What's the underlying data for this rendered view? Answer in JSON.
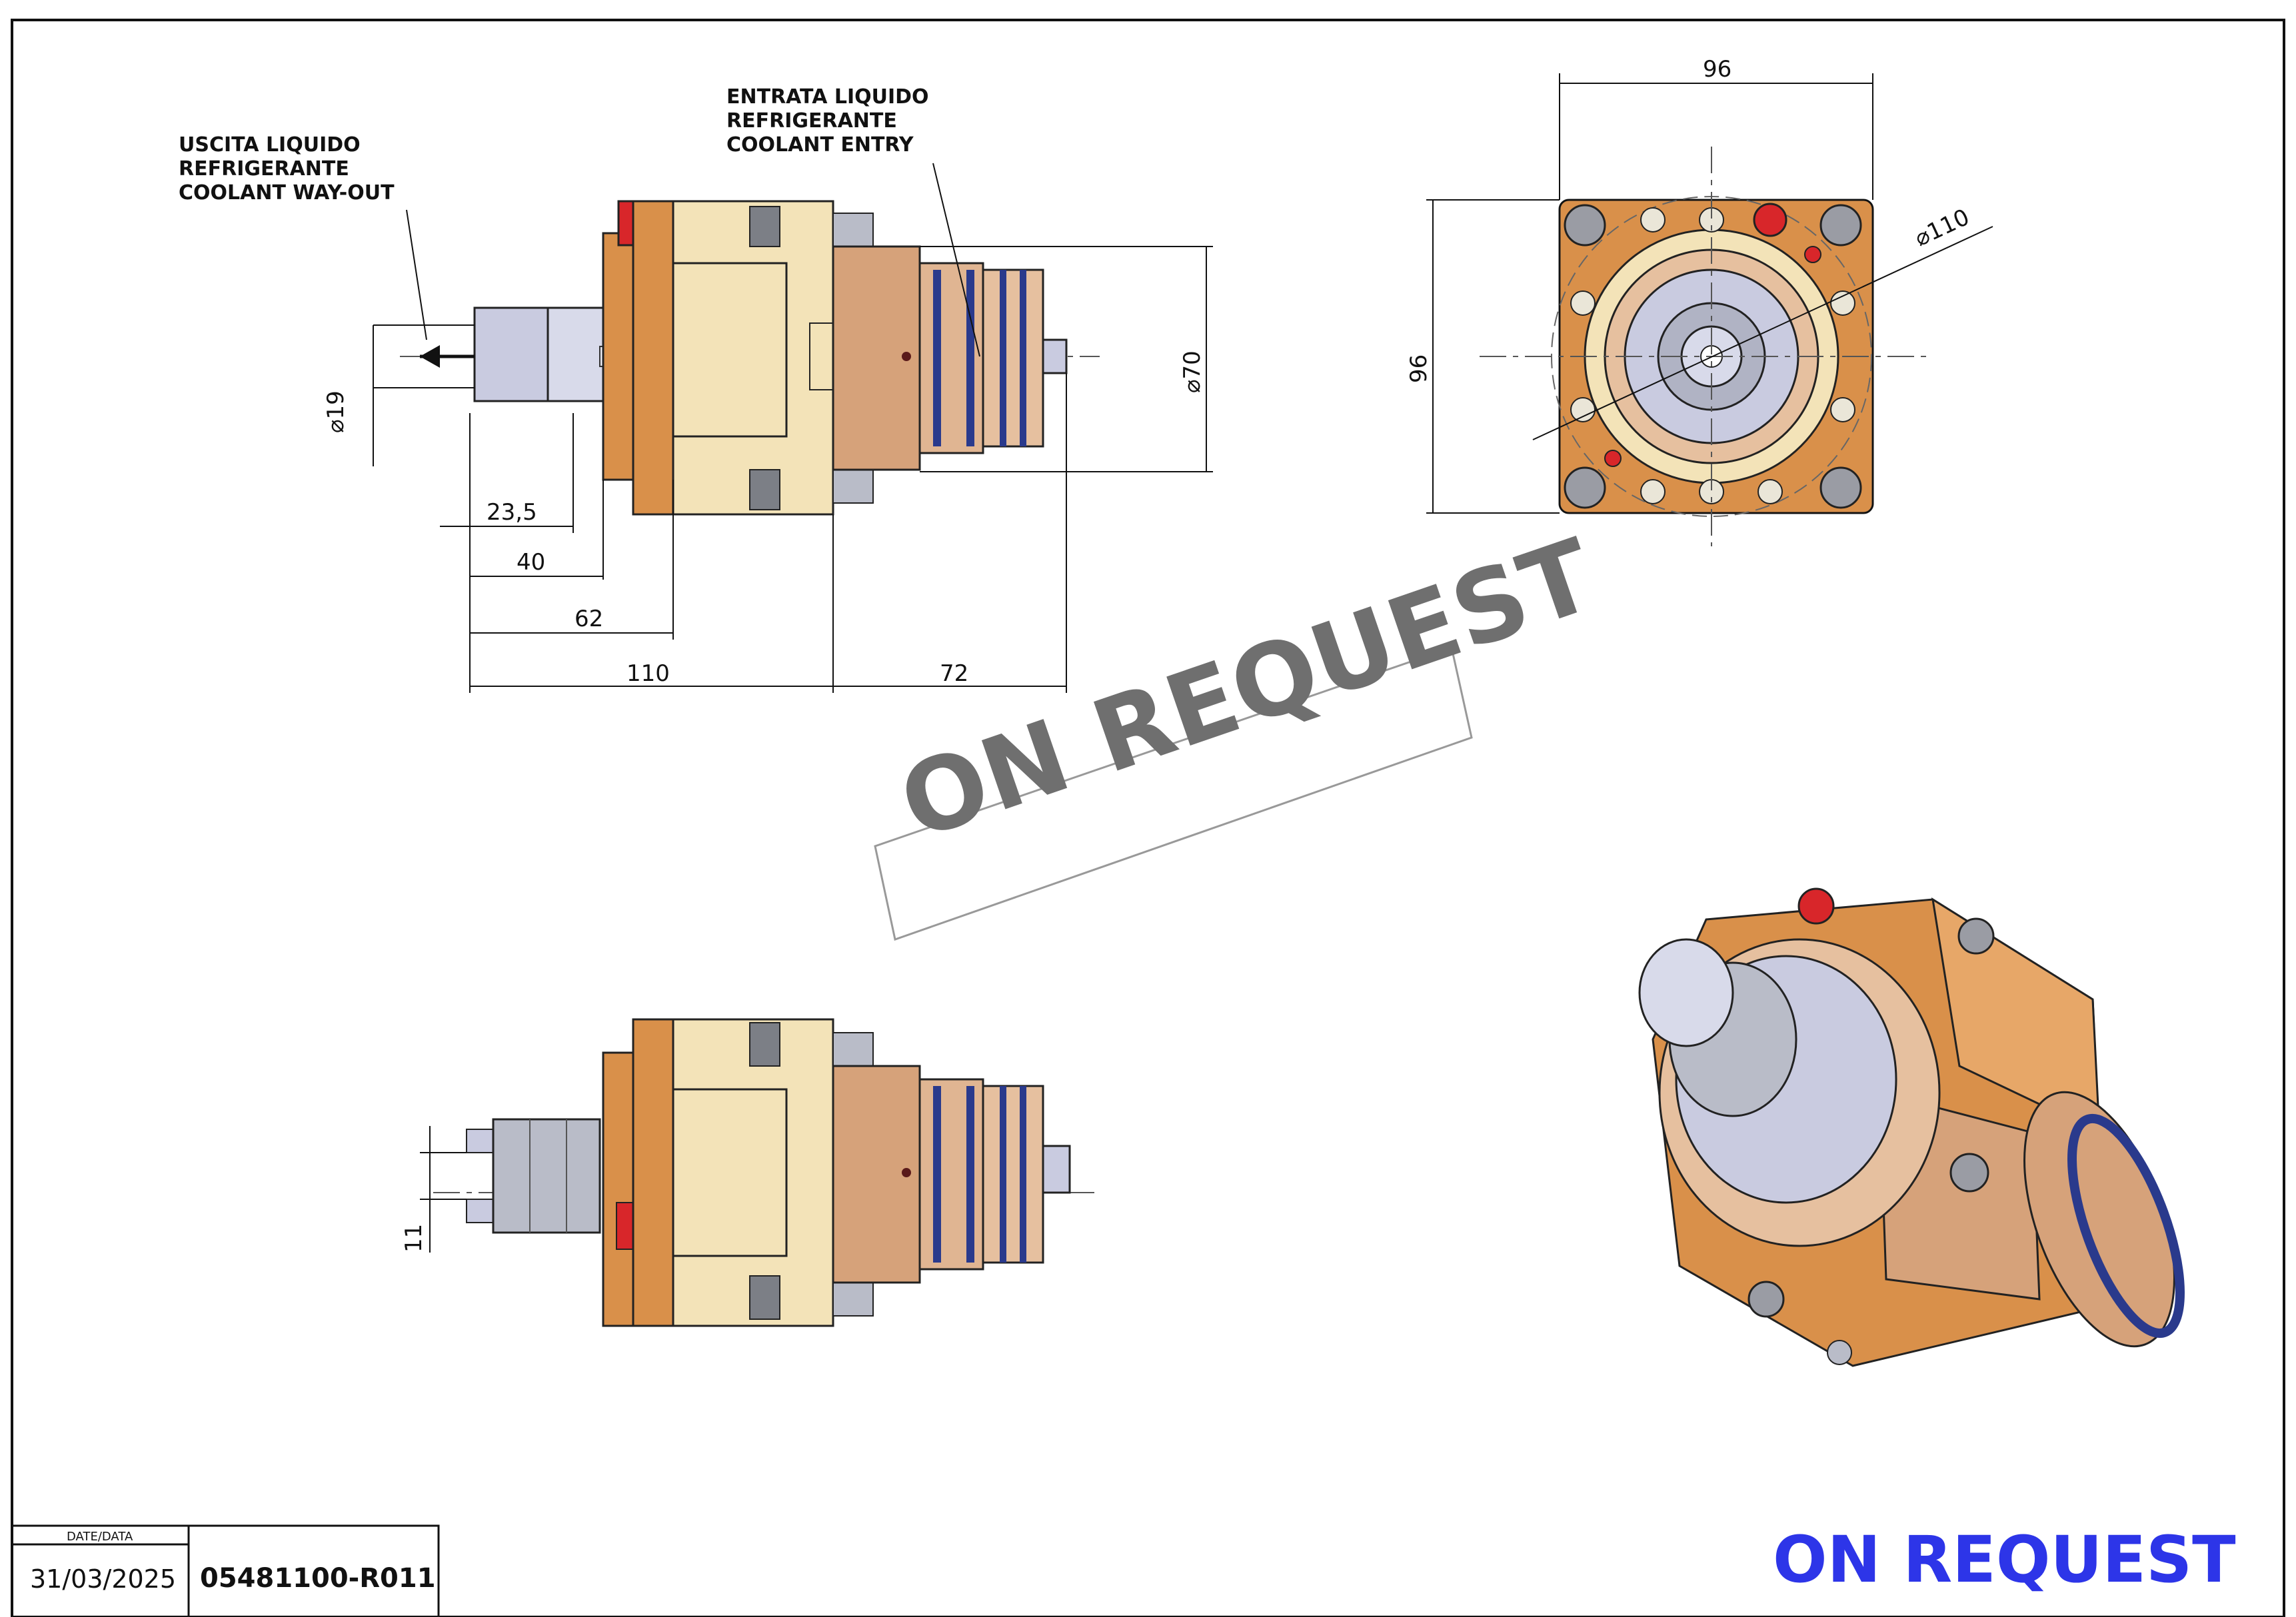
{
  "colors": {
    "body_orange": "#d9904a",
    "body_light": "#f3e3b8",
    "copper": "#d6a27a",
    "steel": "#b9bcc8",
    "blue_ring": "#2a3a8c",
    "red_cap": "#d8262a",
    "badge_blue": "#2d35e8",
    "stamp_grey": "#6f6f6f"
  },
  "notes": {
    "coolant_exit": "USCITA LIQUIDO\nREFRIGERANTE\nCOOLANT WAY-OUT",
    "coolant_entry": "ENTRATA LIQUIDO\nREFRIGERANTE\nCOOLANT ENTRY"
  },
  "dimensions": {
    "d19": "⌀19",
    "d23_5": "23,5",
    "d40": "40",
    "d62": "62",
    "d110": "110",
    "d72": "72",
    "d70": "⌀70",
    "top_width": "96",
    "side_height": "96",
    "d110_circle": "⌀110",
    "d11": "11"
  },
  "watermark": "ON REQUEST",
  "title_block": {
    "date_label": "DATE/DATA",
    "date": "31/03/2025",
    "code": "05481100-R011"
  },
  "badge": "ON REQUEST"
}
